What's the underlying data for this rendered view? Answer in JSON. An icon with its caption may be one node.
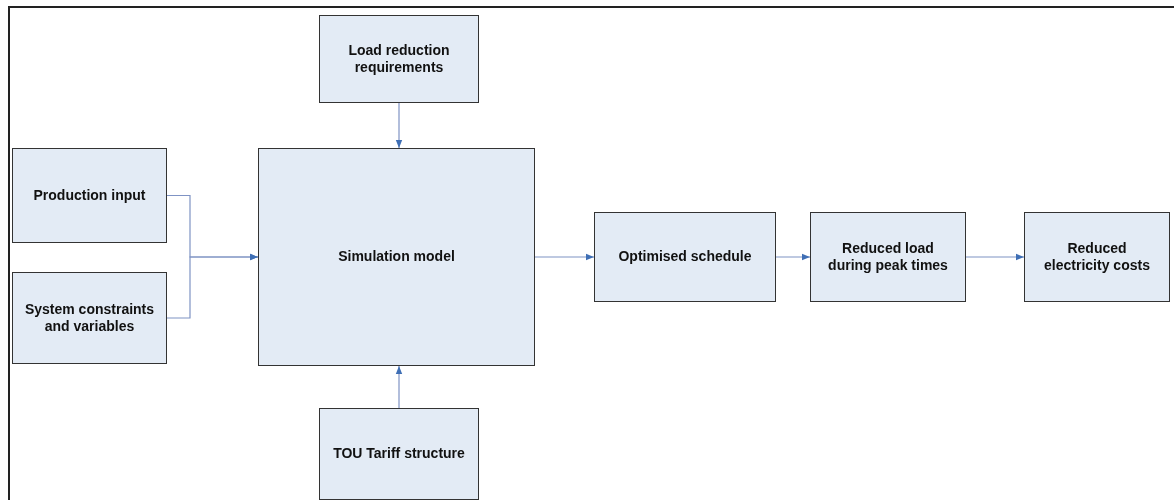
{
  "diagram": {
    "nodes": [
      {
        "text": [
          "Load reduction requirements"
        ]
      },
      {
        "text": [
          "Production input"
        ]
      },
      {
        "text": [
          "System constraints and variables"
        ]
      },
      {
        "text": [
          "Simulation model"
        ]
      },
      {
        "text": [
          "Optimised schedule"
        ]
      },
      {
        "text": [
          "Reduced load during peak times"
        ]
      },
      {
        "text": [
          "Reduced electricity costs"
        ]
      },
      {
        "text": [
          "TOU Tariff structure"
        ]
      }
    ],
    "edges": [
      {
        "from": 0,
        "to": 3,
        "arrow": "to"
      },
      {
        "from": 1,
        "to": 3,
        "arrow": "to"
      },
      {
        "from": 2,
        "to": 3,
        "arrow": "to"
      },
      {
        "from": 7,
        "to": 3,
        "arrow": "to"
      },
      {
        "from": 3,
        "to": 4,
        "arrow": "to"
      },
      {
        "from": 4,
        "to": 5,
        "arrow": "to"
      },
      {
        "from": 5,
        "to": 6,
        "arrow": "to"
      }
    ]
  }
}
